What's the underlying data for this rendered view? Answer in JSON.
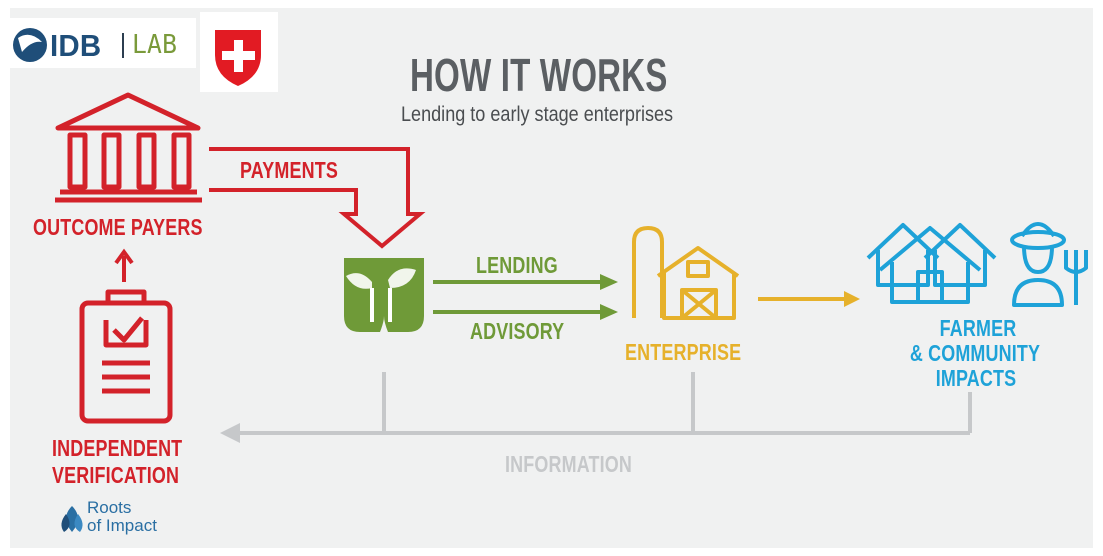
{
  "logos": {
    "idb": "IDB",
    "lab": "LAB",
    "swiss_cross": "swiss-cross-icon"
  },
  "header": {
    "title": "HOW IT WORKS",
    "subtitle": "Lending to early stage enterprises"
  },
  "nodes": {
    "outcome_payers": "OUTCOME PAYERS",
    "independent_verification_line1": "INDEPENDENT",
    "independent_verification_line2": "VERIFICATION",
    "enterprise": "ENTERPRISE",
    "farmer_line1": "FARMER",
    "farmer_line2": "& COMMUNITY",
    "farmer_line3": "IMPACTS"
  },
  "flows": {
    "payments": "PAYMENTS",
    "lending": "LENDING",
    "advisory": "ADVISORY",
    "information": "INFORMATION"
  },
  "verifier": {
    "line1": "Roots",
    "line2": "of Impact"
  },
  "colors": {
    "red": "#d3222a",
    "green": "#6f9a38",
    "yellow": "#e6b12b",
    "blue": "#1ea2d8",
    "grey": "#c6c8ca",
    "title": "#5b5f63"
  }
}
